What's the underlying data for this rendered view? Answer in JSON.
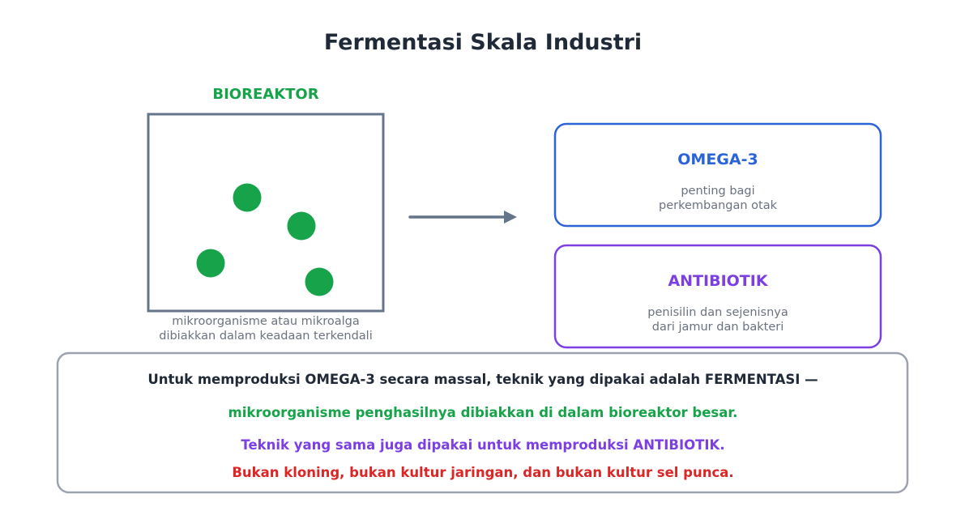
{
  "title": "Fermentasi Skala Industri",
  "bioreactor": {
    "label": "BIOREAKTOR",
    "caption_line1": "mikroorganisme atau mikroalga",
    "caption_line2": "dibiakkan dalam keadaan terkendali",
    "cell_color": "#16a34a",
    "border_color": "#64748b"
  },
  "products": [
    {
      "title": "OMEGA-3",
      "desc_line1": "penting bagi",
      "desc_line2": "perkembangan otak",
      "color": "#2b63d9"
    },
    {
      "title": "ANTIBIOTIK",
      "desc_line1": "penisilin dan sejenisnya",
      "desc_line2": "dari jamur dan bakteri",
      "color": "#7b3fe4"
    }
  ],
  "summary": {
    "line1": "Untuk memproduksi OMEGA-3 secara massal, teknik yang dipakai adalah FERMENTASI —",
    "line2": "mikroorganisme penghasilnya dibiakkan di dalam bioreaktor besar.",
    "line3": "Teknik yang sama juga dipakai untuk memproduksi ANTIBIOTIK.",
    "line4": "Bukan kloning, bukan kultur jaringan, dan bukan kultur sel punca.",
    "colors": {
      "line1": "#1f2937",
      "line2": "#16a34a",
      "line3": "#7b3fe4",
      "line4": "#dc2626"
    }
  }
}
